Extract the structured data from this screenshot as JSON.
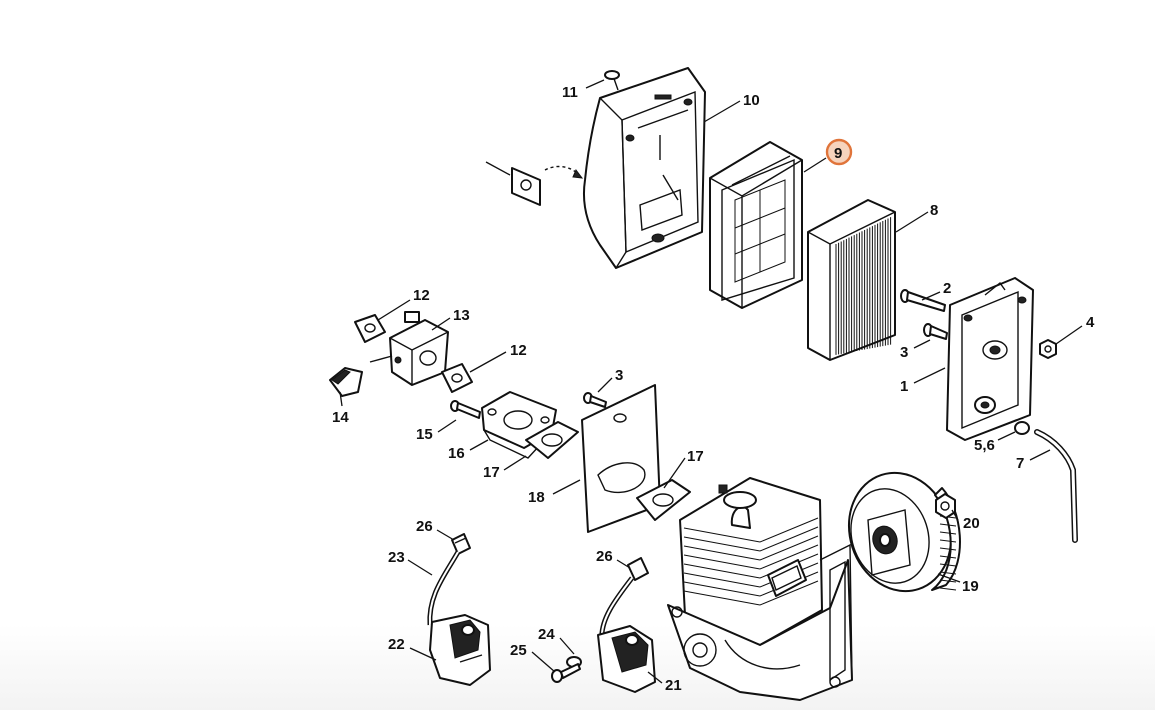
{
  "diagram": {
    "highlight_color": "#e0743a",
    "highlighted_part": "9",
    "callouts": [
      {
        "id": "c11",
        "text": "11"
      },
      {
        "id": "c10",
        "text": "10"
      },
      {
        "id": "c9",
        "text": "9"
      },
      {
        "id": "c8",
        "text": "8"
      },
      {
        "id": "c2a",
        "text": "2"
      },
      {
        "id": "c4",
        "text": "4"
      },
      {
        "id": "c3a",
        "text": "3"
      },
      {
        "id": "c1",
        "text": "1"
      },
      {
        "id": "c56",
        "text": "5,6"
      },
      {
        "id": "c7",
        "text": "7"
      },
      {
        "id": "c12a",
        "text": "12"
      },
      {
        "id": "c13",
        "text": "13"
      },
      {
        "id": "c12b",
        "text": "12"
      },
      {
        "id": "c14",
        "text": "14"
      },
      {
        "id": "c3b",
        "text": "3"
      },
      {
        "id": "c15",
        "text": "15"
      },
      {
        "id": "c16",
        "text": "16"
      },
      {
        "id": "c17a",
        "text": "17"
      },
      {
        "id": "c17b",
        "text": "17"
      },
      {
        "id": "c18",
        "text": "18"
      },
      {
        "id": "c20",
        "text": "20"
      },
      {
        "id": "c19",
        "text": "19"
      },
      {
        "id": "c26a",
        "text": "26"
      },
      {
        "id": "c23",
        "text": "23"
      },
      {
        "id": "c26b",
        "text": "26"
      },
      {
        "id": "c22",
        "text": "22"
      },
      {
        "id": "c24",
        "text": "24"
      },
      {
        "id": "c25",
        "text": "25"
      },
      {
        "id": "c21",
        "text": "21"
      }
    ]
  }
}
